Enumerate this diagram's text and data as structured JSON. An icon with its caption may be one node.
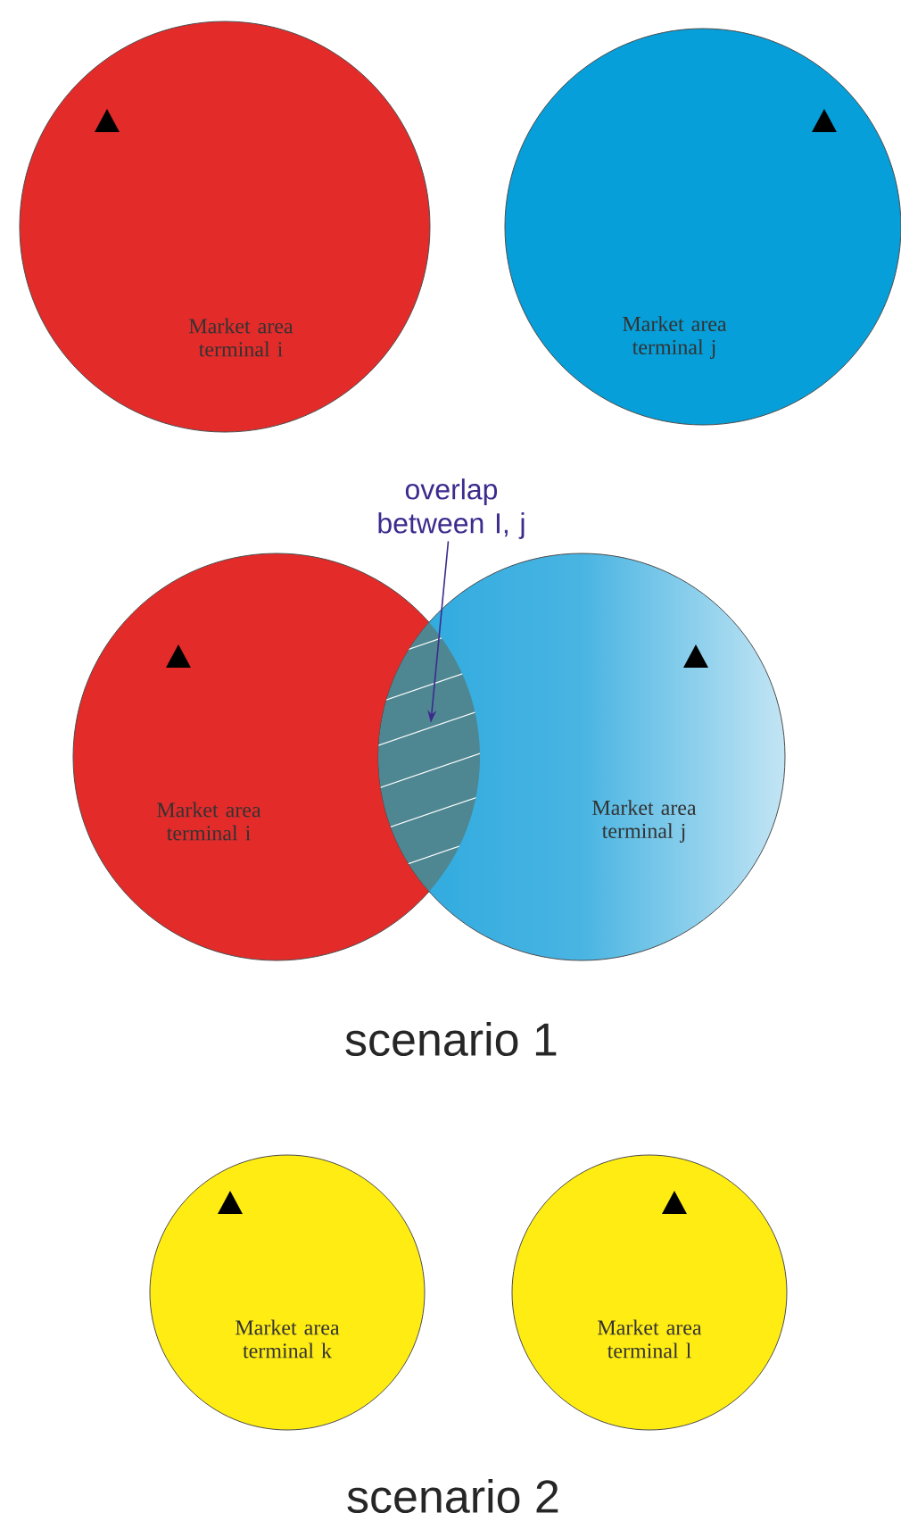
{
  "diagram": {
    "nodes": [
      {
        "text": [
          "Market area terminal i"
        ]
      },
      {
        "text": [
          "Market area terminal j"
        ]
      },
      {
        "text": [
          "overlap between I, j"
        ]
      },
      {
        "text": [
          "Market area terminal i"
        ]
      },
      {
        "text": [
          "Market area terminal j"
        ]
      },
      {
        "text": [],
        "shape": "lens"
      },
      {
        "text": [
          "Market area terminal k"
        ]
      },
      {
        "text": [
          "Market area terminal l"
        ]
      }
    ],
    "edges": [
      {
        "from": 2,
        "to": 5,
        "arrow": "to"
      }
    ],
    "labels": [
      "scenario 1",
      "scenario 2"
    ]
  }
}
